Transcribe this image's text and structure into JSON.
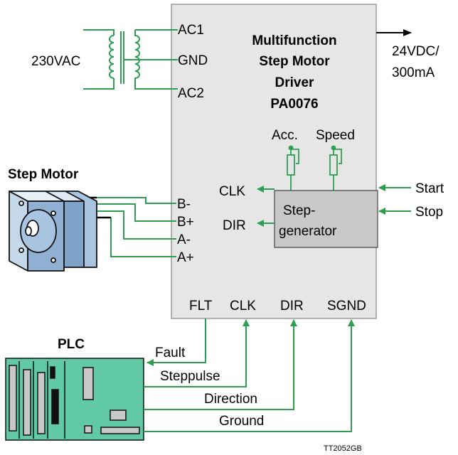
{
  "driver": {
    "title_lines": [
      "Multifunction",
      "Step Motor",
      "Driver",
      "PA0076"
    ],
    "ac_terminals": [
      "AC1",
      "GND",
      "AC2"
    ],
    "motor_terminals": [
      "B-",
      "B+",
      "A-",
      "A+"
    ],
    "bottom_terminals": [
      "FLT",
      "CLK",
      "DIR",
      "SGND"
    ],
    "pot_labels": [
      "Acc.",
      "Speed"
    ],
    "clk_out": "CLK",
    "dir_out": "DIR"
  },
  "supply": {
    "input": "230VAC"
  },
  "output": {
    "line1": "24VDC/",
    "line2": "300mA"
  },
  "stepgen": {
    "line1": "Step-",
    "line2": "generator",
    "inputs": [
      "Start",
      "Stop"
    ]
  },
  "motor": {
    "title": "Step Motor"
  },
  "plc": {
    "title": "PLC",
    "signals": [
      "Fault",
      "Steppulse",
      "Direction",
      "Ground"
    ]
  },
  "ref": "TT2052GB",
  "colors": {
    "green": "#2e9f52",
    "box_fill": "#e6e6e6",
    "box_stroke": "#9a9a9a",
    "stepgen_fill": "#c8c8c8",
    "plc_board": "#62c9a5",
    "motor_blue": "#a8c4e0"
  }
}
